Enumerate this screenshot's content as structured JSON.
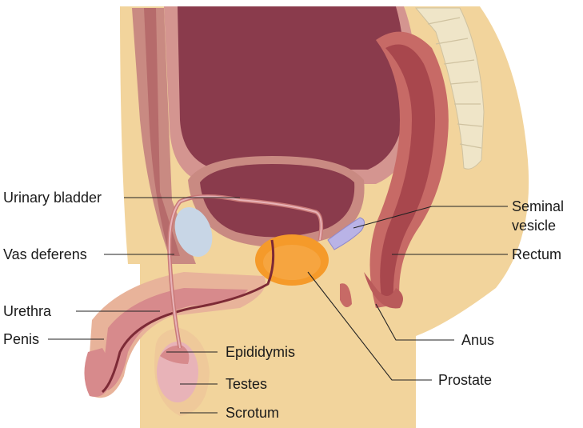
{
  "labels": {
    "urinary_bladder": "Urinary bladder",
    "vas_deferens": "Vas deferens",
    "urethra": "Urethra",
    "penis": "Penis",
    "epididymis": "Epididymis",
    "testes": "Testes",
    "scrotum": "Scrotum",
    "seminal_line1": "Seminal",
    "seminal_line2": "vesicle",
    "rectum": "Rectum",
    "anus": "Anus",
    "prostate": "Prostate"
  },
  "colors": {
    "skin": "#f2d49c",
    "tissue": "#e9c17f",
    "bladder_wall": "#c98a82",
    "bladder_inner": "#8a3b4c",
    "rectum": "#b95a5a",
    "prostate": "#f59a2a",
    "seminal_vesicle": "#b9b3e6",
    "vertebra": "#efe5c8"
  }
}
